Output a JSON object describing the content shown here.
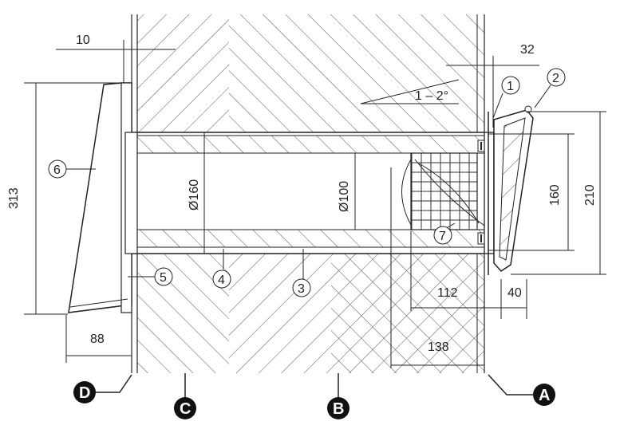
{
  "dimensions": {
    "d10": "10",
    "d32": "32",
    "slope": "1 – 2°",
    "d313": "313",
    "d160_dia": "Ø160",
    "d100_dia": "Ø100",
    "d160": "160",
    "d210": "210",
    "d112": "112",
    "d40": "40",
    "d138": "138",
    "d88": "88"
  },
  "callouts": [
    "1",
    "2",
    "3",
    "4",
    "5",
    "6",
    "7"
  ],
  "zones": [
    "A",
    "B",
    "C",
    "D"
  ],
  "colors": {
    "line": "#222222",
    "hatch": "#555555",
    "fill": "#ffffff"
  }
}
